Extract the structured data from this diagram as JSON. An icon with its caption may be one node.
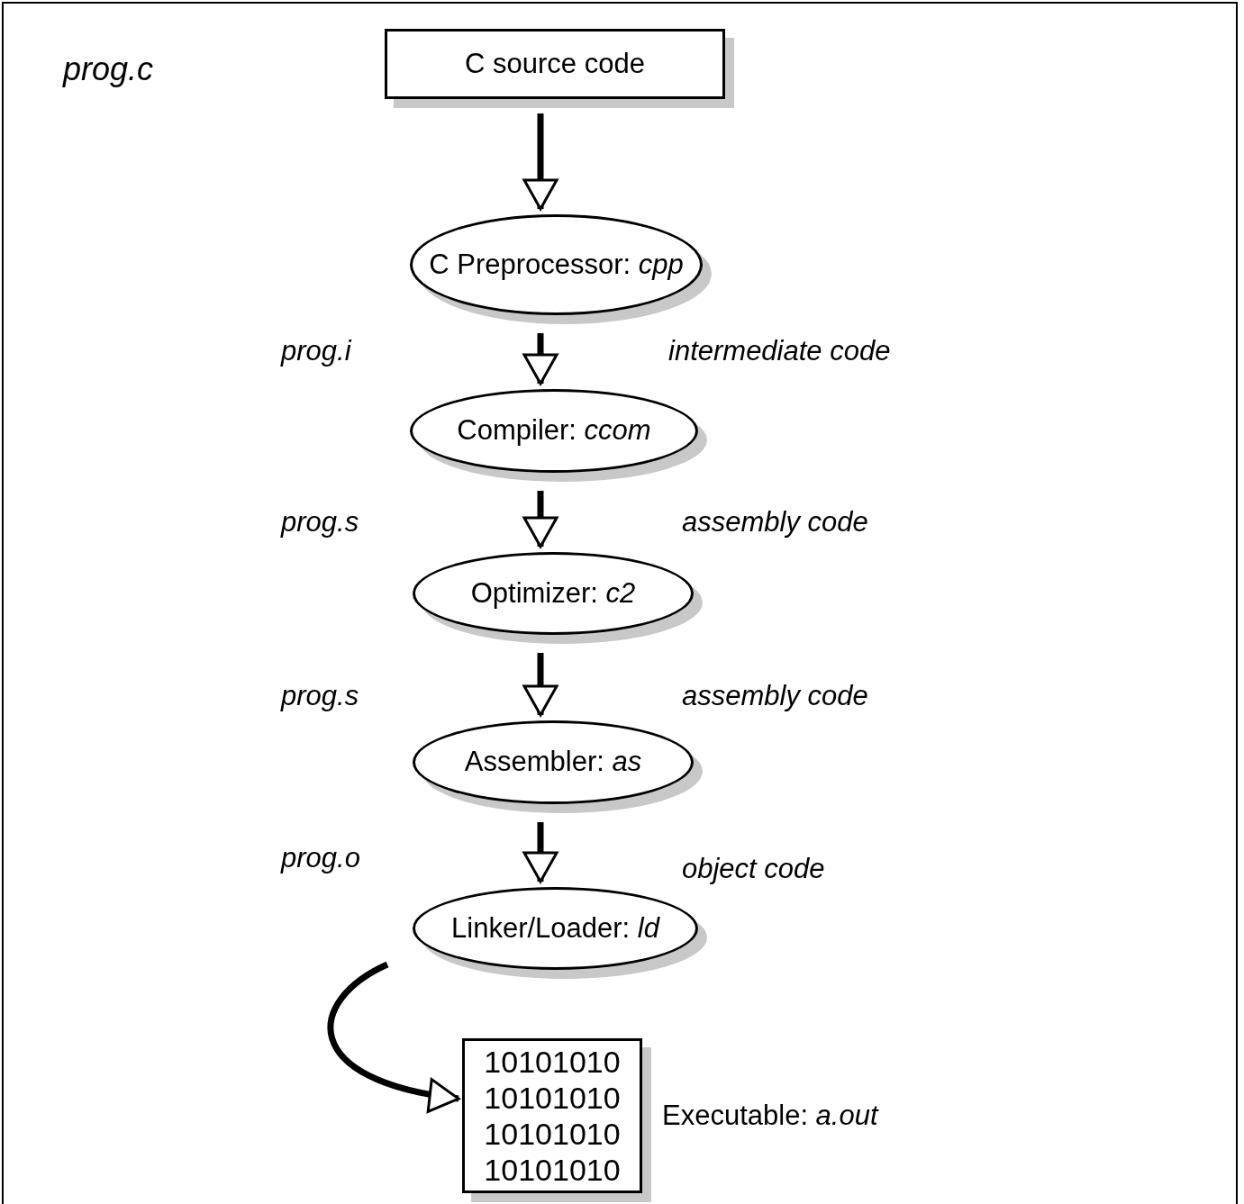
{
  "diagram": {
    "nodes": [
      {
        "text": [
          "C source code"
        ]
      },
      {
        "text": [
          "C Preprocessor: *cpp*"
        ]
      },
      {
        "text": [
          "Compiler: *ccom*"
        ]
      },
      {
        "text": [
          "Optimizer: *c2*"
        ]
      },
      {
        "text": [
          "Assembler: *as*"
        ]
      },
      {
        "text": [
          "Linker/Loader: *ld*"
        ]
      },
      {
        "text": [
          "10101010",
          "10101010",
          "10101010",
          "10101010"
        ],
        "beside": [
          "Executable: *a.out*"
        ]
      }
    ],
    "edges": [
      {
        "from": 0,
        "to": 1,
        "arrow": "to"
      },
      {
        "from": 1,
        "to": 2,
        "arrow": "to"
      },
      {
        "from": 2,
        "to": 3,
        "arrow": "to"
      },
      {
        "from": 3,
        "to": 4,
        "arrow": "to"
      },
      {
        "from": 4,
        "to": 5,
        "arrow": "to"
      },
      {
        "from": 5,
        "to": 6,
        "arrow": "to"
      }
    ],
    "labels": [
      "prog.c",
      "prog.i",
      "intermediate code",
      "prog.s",
      "assembly code",
      "prog.s",
      "assembly code",
      "prog.o",
      "object code"
    ]
  }
}
